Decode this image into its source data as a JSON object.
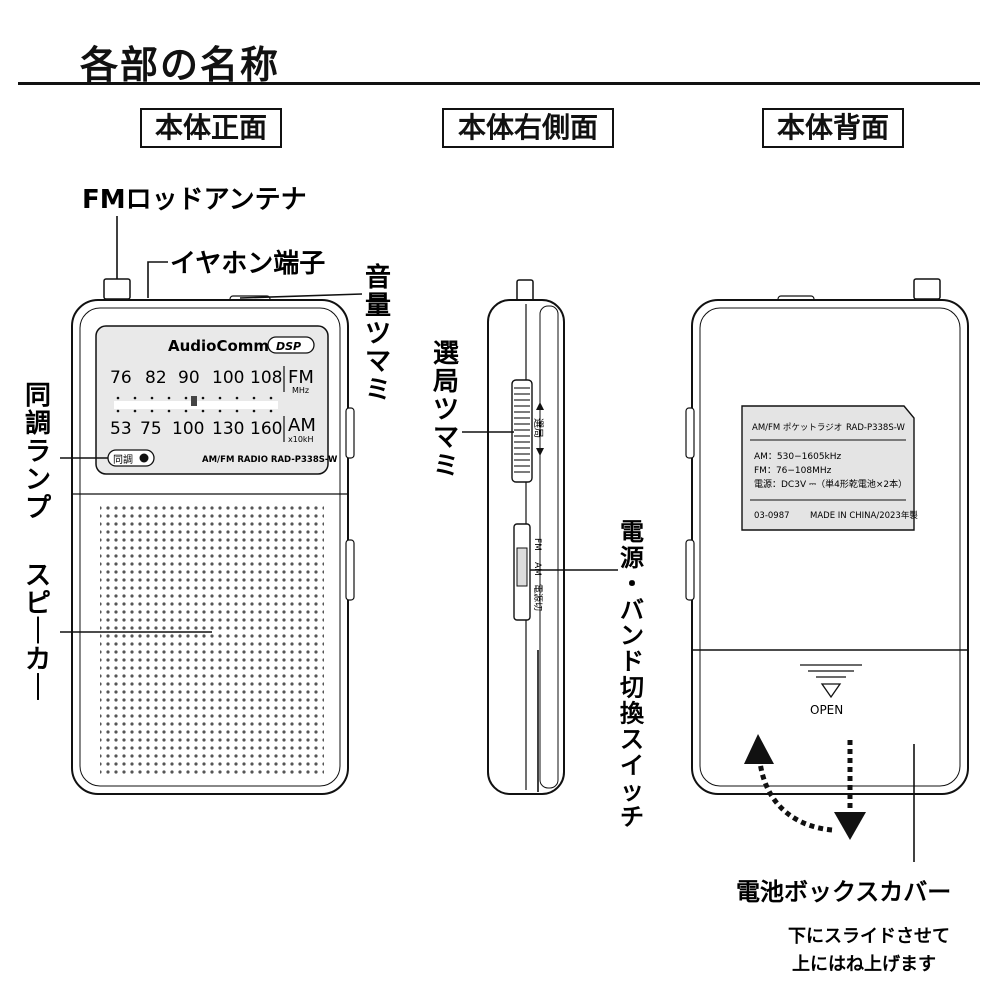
{
  "page_title": "各部の名称",
  "views": {
    "front": "本体正面",
    "side": "本体右側面",
    "back": "本体背面"
  },
  "callouts": {
    "antenna": "FMロッドアンテナ",
    "earphone": "イヤホン端子",
    "volume": "音量ツマミ",
    "tuning_lamp": "同調ランプ",
    "speaker": "スピーカー",
    "tuning_knob": "選局ツマミ",
    "power_band": "電源・バンド切換スイッチ",
    "battery_cover": "電池ボックスカバー",
    "battery_note_1": "下にスライドさせて",
    "battery_note_2": "上にはね上げます"
  },
  "front_panel": {
    "brand": "AudioComm",
    "dsp": "DSP",
    "fm_ticks": [
      "76",
      "82",
      "90",
      "100",
      "108"
    ],
    "fm_band": "FM",
    "fm_unit": "MHz",
    "am_ticks": [
      "53",
      "75",
      "100",
      "130",
      "160"
    ],
    "am_band": "AM",
    "am_unit": "x10kH",
    "tuning_badge": "同調",
    "model": "AM/FM RADIO RAD-P338S-W"
  },
  "side_panel": {
    "tuning_mark": "選局",
    "switch_fm": "FM",
    "switch_am": "AM",
    "switch_power": "電源切"
  },
  "back_panel": {
    "label_title": "AM/FM ポケットラジオ",
    "label_model": "RAD-P338S-W",
    "label_am": "AM：530−1605kHz",
    "label_fm": "FM：76−108MHz",
    "label_power": "電源：DC3V ⎓（単4形乾電池×2本）",
    "label_code": "03-0987",
    "label_made": "MADE IN CHINA/2023年製",
    "open": "OPEN"
  }
}
